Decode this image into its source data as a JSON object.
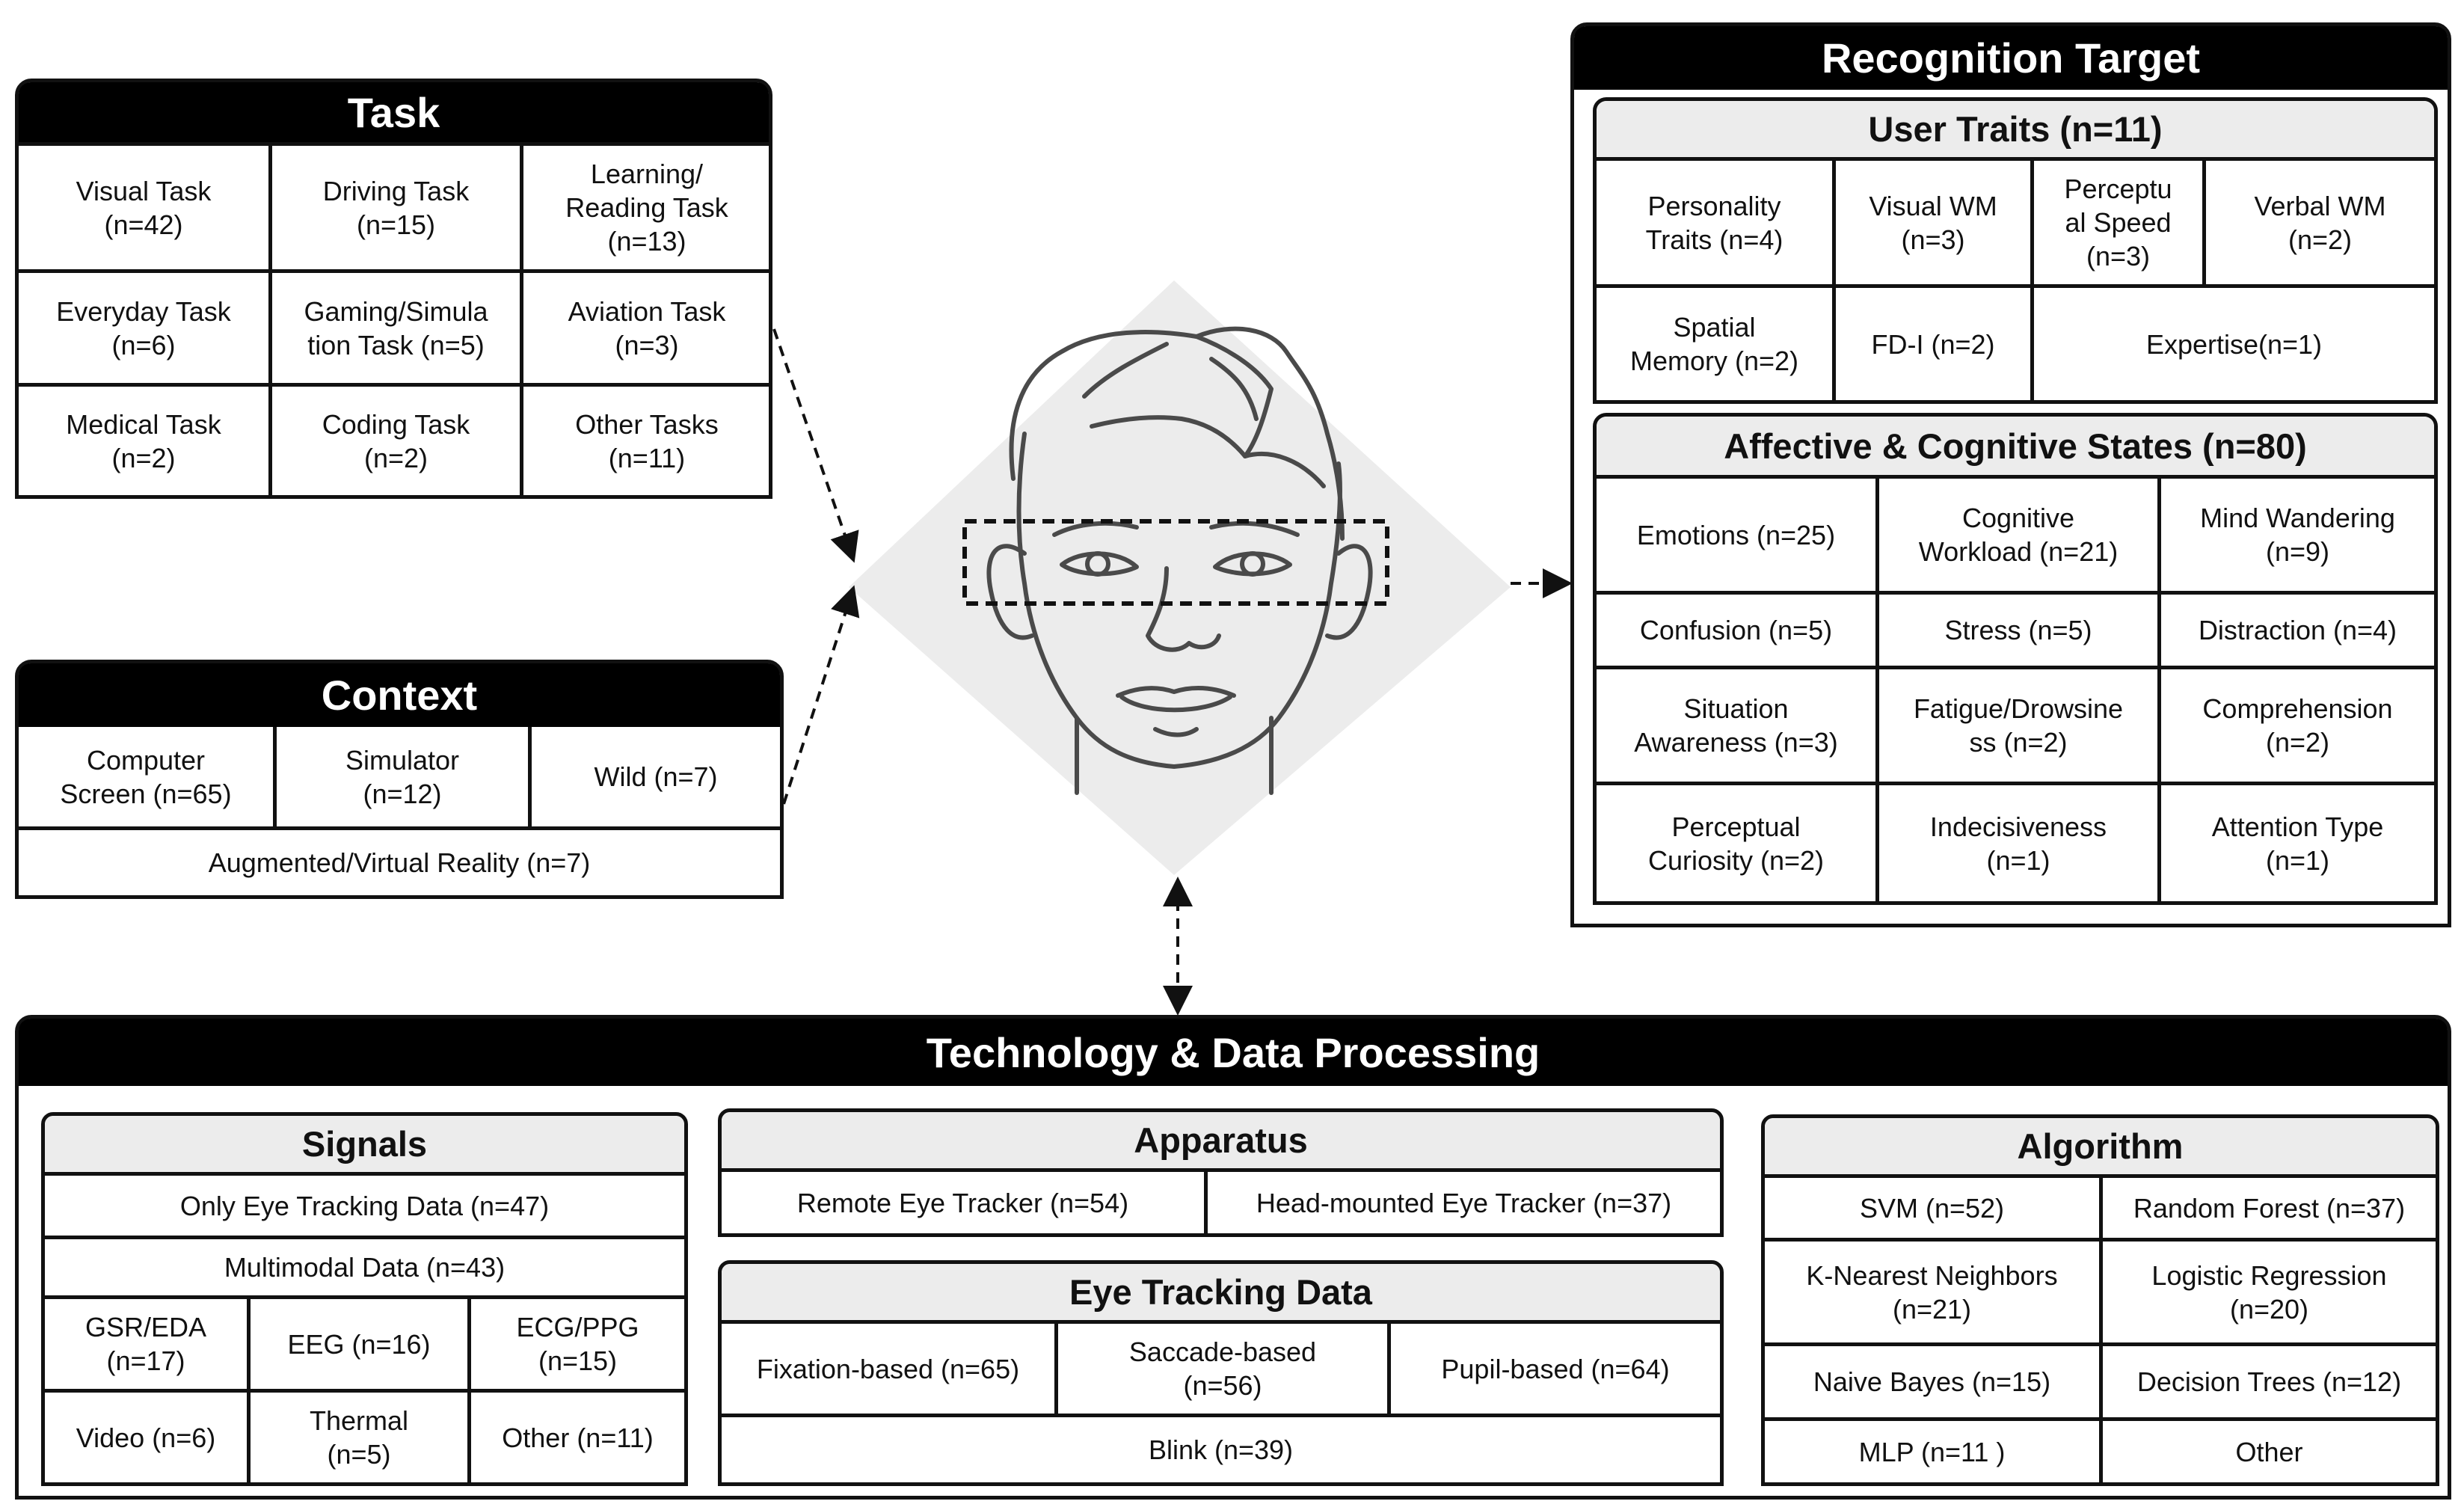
{
  "task": {
    "title": "Task",
    "cells": [
      "Visual Task\n(n=42)",
      "Driving Task\n(n=15)",
      "Learning/\nReading Task\n(n=13)",
      "Everyday Task\n(n=6)",
      "Gaming/Simula\ntion Task (n=5)",
      "Aviation Task\n(n=3)",
      "Medical Task\n(n=2)",
      "Coding Task\n(n=2)",
      "Other Tasks\n(n=11)"
    ]
  },
  "context": {
    "title": "Context",
    "cells": [
      "Computer\nScreen (n=65)",
      "Simulator\n(n=12)",
      "Wild (n=7)"
    ],
    "wide": "Augmented/Virtual Reality (n=7)"
  },
  "recognition": {
    "title": "Recognition Target",
    "user_traits": {
      "title": "User Traits (n=11)",
      "cells": [
        "Personality\nTraits (n=4)",
        "Visual WM\n(n=3)",
        "Perceptu\nal Speed\n(n=3)",
        "Verbal WM\n(n=2)",
        "Spatial\nMemory (n=2)",
        "FD-I (n=2)",
        "Expertise(n=1)"
      ]
    },
    "states": {
      "title": "Affective & Cognitive States (n=80)",
      "cells": [
        "Emotions (n=25)",
        "Cognitive\nWorkload (n=21)",
        "Mind Wandering\n(n=9)",
        "Confusion (n=5)",
        "Stress (n=5)",
        "Distraction (n=4)",
        "Situation\nAwareness (n=3)",
        "Fatigue/Drowsine\nss (n=2)",
        "Comprehension\n(n=2)",
        "Perceptual\nCuriosity (n=2)",
        "Indecisiveness\n(n=1)",
        "Attention Type\n(n=1)"
      ]
    }
  },
  "technology": {
    "title": "Technology & Data Processing",
    "signals": {
      "title": "Signals",
      "only_eye": "Only Eye Tracking Data (n=47)",
      "multimodal": "Multimodal Data (n=43)",
      "cells": [
        "GSR/EDA\n(n=17)",
        "EEG (n=16)",
        "ECG/PPG\n(n=15)",
        "Video (n=6)",
        "Thermal\n(n=5)",
        "Other (n=11)"
      ]
    },
    "apparatus": {
      "title": "Apparatus",
      "cells": [
        "Remote Eye Tracker (n=54)",
        "Head-mounted Eye Tracker (n=37)"
      ]
    },
    "eye_data": {
      "title": "Eye Tracking Data",
      "cells": [
        "Fixation-based (n=65)",
        "Saccade-based\n(n=56)",
        "Pupil-based (n=64)"
      ],
      "wide": "Blink (n=39)"
    },
    "algorithm": {
      "title": "Algorithm",
      "cells": [
        "SVM (n=52)",
        "Random Forest (n=37)",
        "K-Nearest Neighbors\n(n=21)",
        "Logistic Regression\n(n=20)",
        "Naive Bayes (n=15)",
        "Decision Trees (n=12)",
        "MLP (n=11 )",
        "Other"
      ]
    }
  }
}
